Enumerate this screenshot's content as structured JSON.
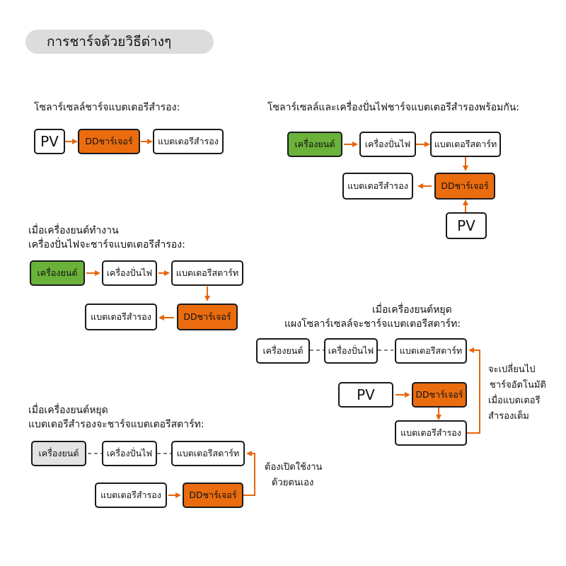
{
  "title": "การชาร์จด้วยวิธีต่างๆ",
  "s1": {
    "caption": "โซลาร์เซลล์ชาร์จแบตเตอรีสำรอง:",
    "pv": "PV",
    "charger": "DDชาร์เจอร์",
    "aux_battery": "แบตเตอรีสำรอง"
  },
  "s2": {
    "caption": "โซลาร์เซลล์และเครื่องปั่นไฟชาร์จแบตเตอรีสำรองพร้อมกัน:",
    "engine": "เครื่องยนต์",
    "alternator": "เครื่องปั่นไฟ",
    "starter_battery": "แบตเตอรีสตาร์ท",
    "charger": "DDชาร์เจอร์",
    "aux_battery": "แบตเตอรีสำรอง",
    "pv": "PV"
  },
  "s3": {
    "caption_line1": "เมื่อเครื่องยนต์ทำงาน",
    "caption_line2": "เครื่องปั่นไฟจะชาร์จแบตเตอรีสำรอง:",
    "engine": "เครื่องยนต์",
    "alternator": "เครื่องปั่นไฟ",
    "starter_battery": "แบตเตอรีสตาร์ท",
    "charger": "DDชาร์เจอร์",
    "aux_battery": "แบตเตอรีสำรอง"
  },
  "s4": {
    "caption_line1": "เมื่อเครื่องยนต์หยุด",
    "caption_line2": "แผงโซลาร์เซลล์จะชาร์จแบตเตอรีสตาร์ท:",
    "engine": "เครื่องยนต์",
    "alternator": "เครื่องปั่นไฟ",
    "starter_battery": "แบตเตอรีสตาร์ท",
    "pv": "PV",
    "charger": "DDชาร์เจอร์",
    "aux_battery": "แบตเตอรีสำรอง",
    "note": [
      "จะเปลี่ยนไป",
      "ชาร์จอัตโนมัติ",
      "เมื่อแบตเตอรี",
      "สำรองเต็ม"
    ]
  },
  "s5": {
    "caption_line1": "เมื่อเครื่องยนต์หยุด",
    "caption_line2": "แบตเตอรีสำรองจะชาร์จแบตเตอรีสตาร์ท:",
    "engine": "เครื่องยนต์",
    "alternator": "เครื่องปั่นไฟ",
    "starter_battery": "แบตเตอรีสตาร์ท",
    "aux_battery": "แบตเตอรีสำรอง",
    "charger": "DDชาร์เจอร์",
    "note": [
      "ต้องเปิดใช้งาน",
      "ด้วยตนเอง"
    ]
  },
  "colors": {
    "arrow": "#e8650c",
    "charger": "#ea6c0e",
    "engine_running": "#6ab23a",
    "engine_stopped": "#e3e3e3",
    "title_pill": "#dcdcdc"
  }
}
